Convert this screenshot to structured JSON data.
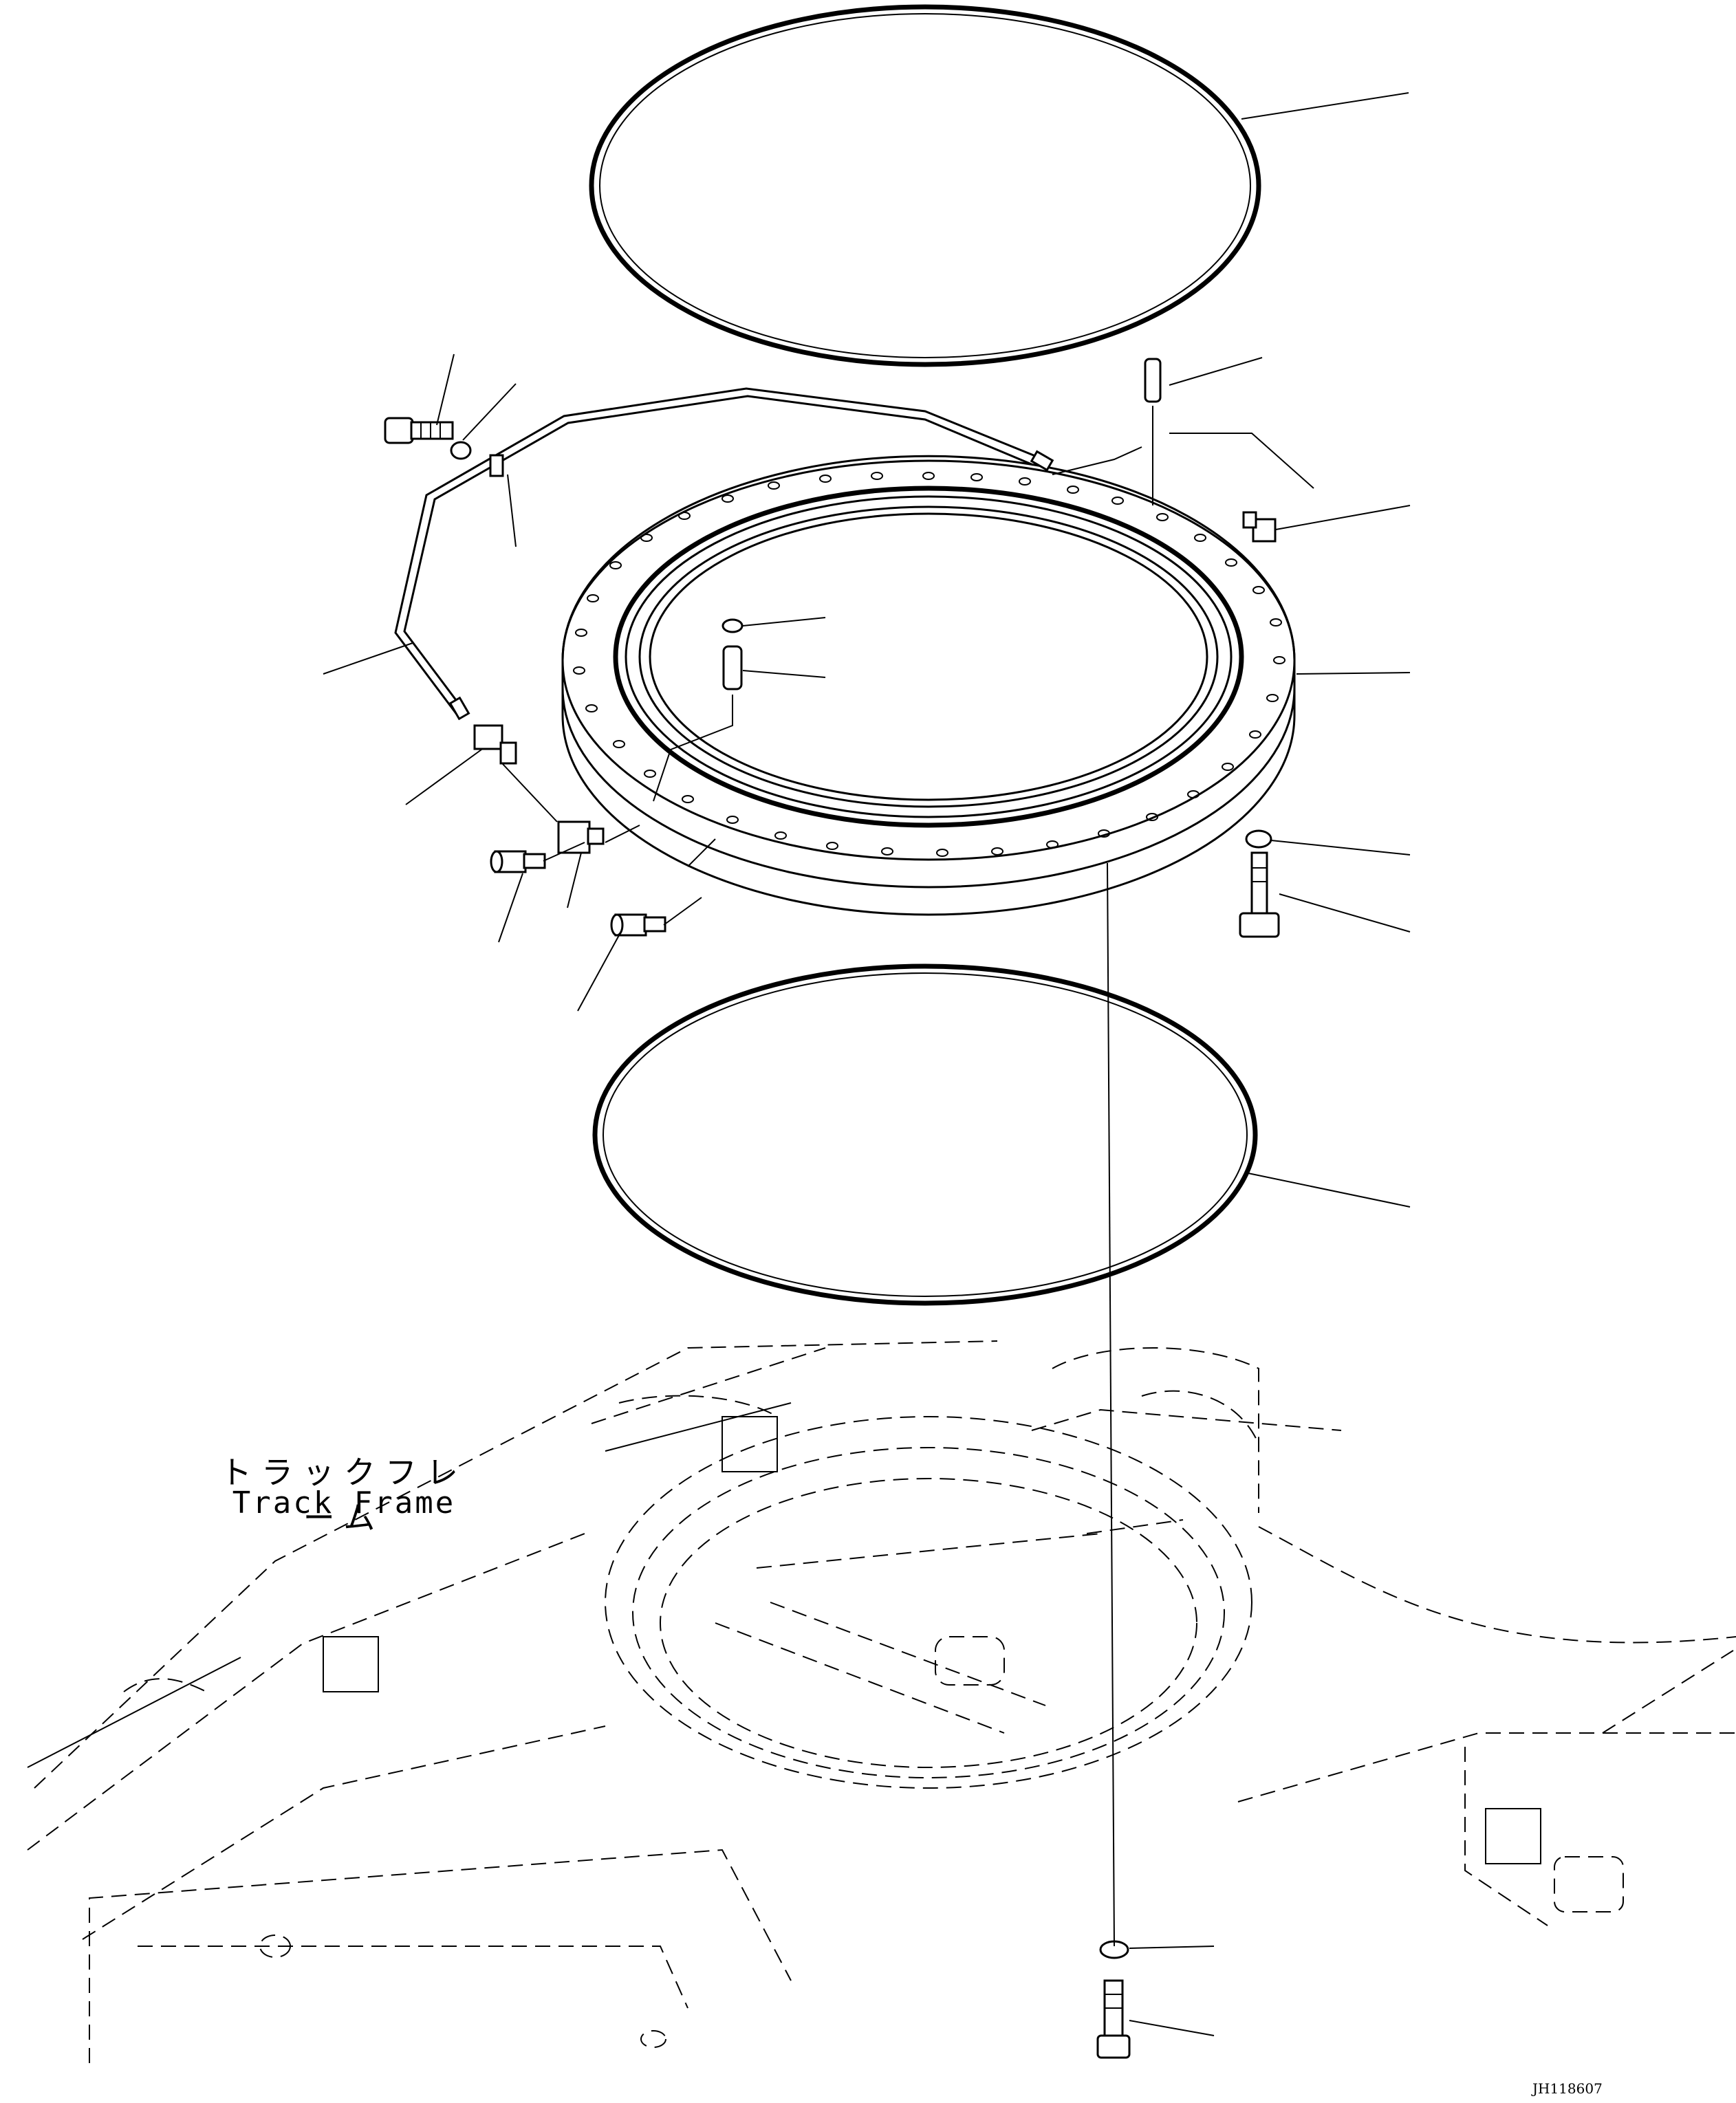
{
  "diagram": {
    "frame_label_jp": "トラックフレーム",
    "frame_label_en": "Track Frame",
    "drawing_id": "JH118607"
  },
  "colors": {
    "line": "#000000",
    "background": "#ffffff"
  }
}
